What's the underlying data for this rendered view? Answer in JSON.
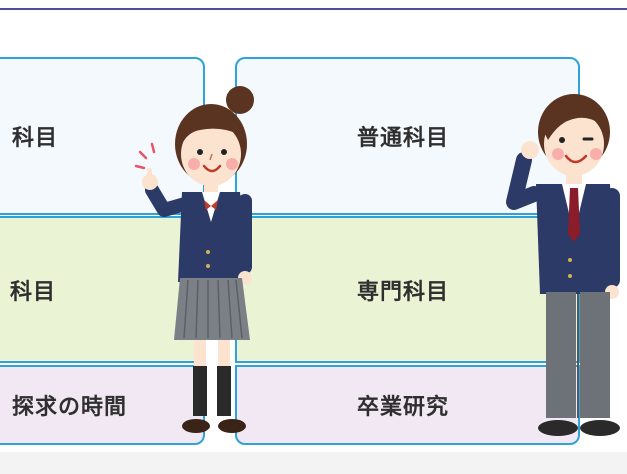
{
  "left_column": {
    "top_label": "科目",
    "mid_label": "科目",
    "bottom_label": "探求の時間"
  },
  "right_column": {
    "top_label": "普通科目",
    "mid_label": "専門科目",
    "bottom_label": "卒業研究"
  },
  "colors": {
    "frame_line": "#2fa3d6",
    "top_band": "#f4f9fd",
    "mid_band": "#eaf3d3",
    "bottom_band": "#f1e8f3",
    "header_rule": "#4a4f9a",
    "blazer": "#2b3a67"
  },
  "illustrations": [
    "student-girl-pointing",
    "student-boy-thinking"
  ]
}
